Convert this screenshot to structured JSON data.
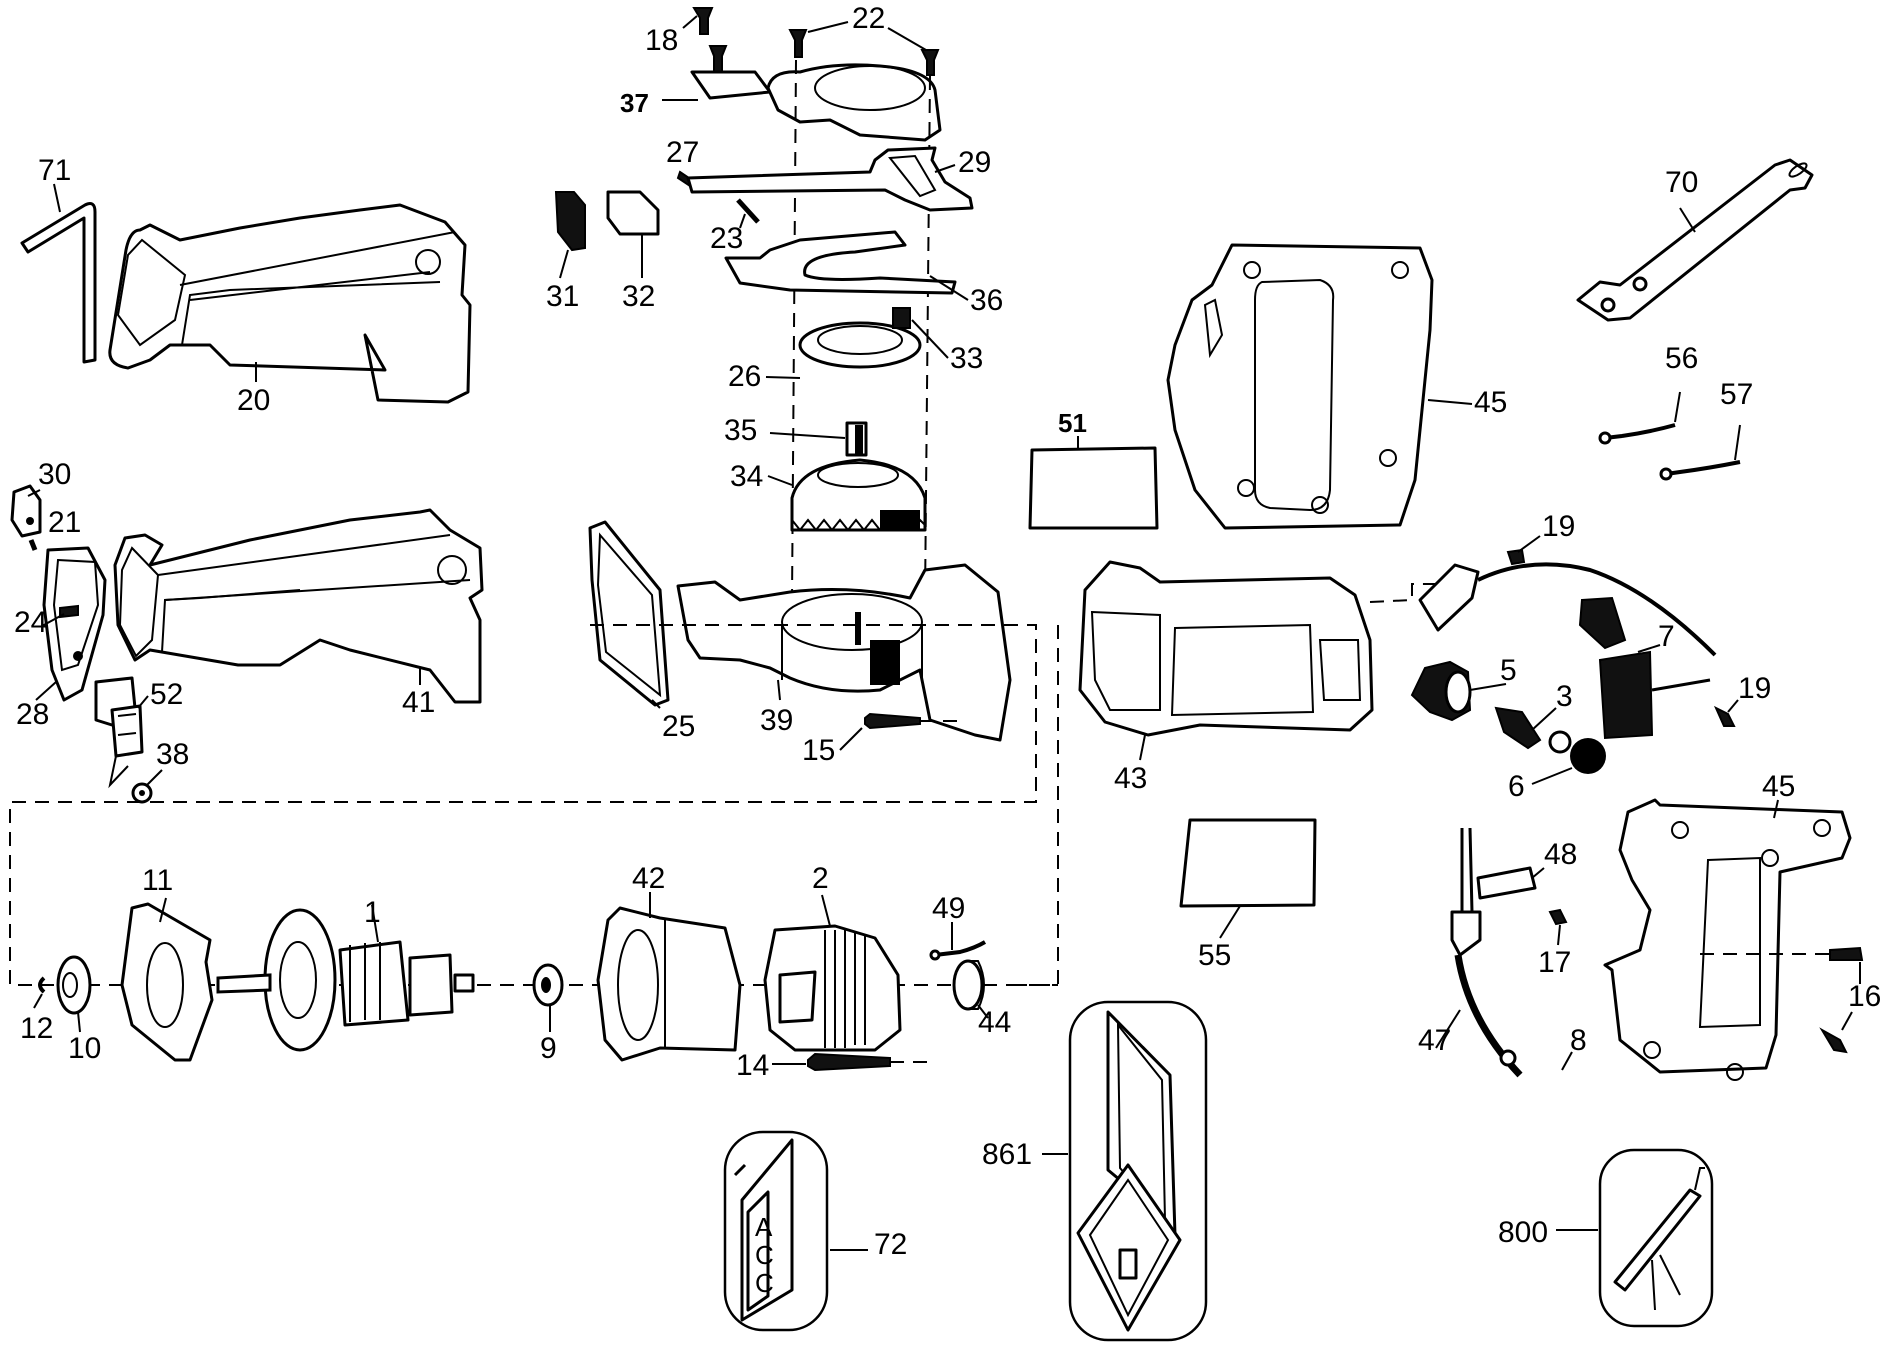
{
  "diagram": {
    "type": "exploded-parts-diagram",
    "subject": "reciprocating saw",
    "callouts": {
      "p1": "1",
      "p2": "2",
      "p3": "3",
      "p5": "5",
      "p6": "6",
      "p7": "7",
      "p8": "8",
      "p9": "9",
      "p10": "10",
      "p11": "11",
      "p12": "12",
      "p14": "14",
      "p15": "15",
      "p16": "16",
      "p17": "17",
      "p18": "18",
      "p19a": "19",
      "p19b": "19",
      "p20": "20",
      "p21": "21",
      "p22": "22",
      "p23": "23",
      "p24": "24",
      "p25": "25",
      "p26": "26",
      "p27": "27",
      "p28": "28",
      "p29": "29",
      "p30": "30",
      "p31": "31",
      "p32": "32",
      "p33": "33",
      "p34": "34",
      "p35": "35",
      "p36": "36",
      "p37": "37",
      "p38": "38",
      "p39": "39",
      "p41": "41",
      "p42": "42",
      "p43": "43",
      "p44": "44",
      "p45a": "45",
      "p45b": "45",
      "p47": "47",
      "p48": "48",
      "p49": "49",
      "p51": "51",
      "p52": "52",
      "p55": "55",
      "p56": "56",
      "p57": "57",
      "p70": "70",
      "p71": "71",
      "p72": "72",
      "p800": "800",
      "p861": "861"
    },
    "accessory_tag_letters": [
      "A",
      "C",
      "C"
    ]
  }
}
